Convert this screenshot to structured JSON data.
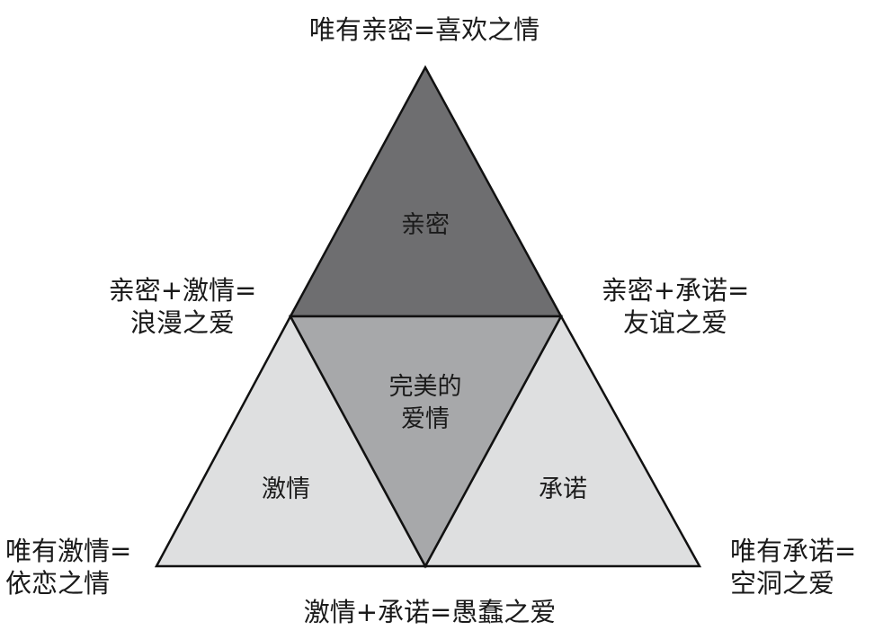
{
  "colors": {
    "top_triangle": "#6e6e70",
    "center_triangle": "#a7a8aa",
    "side_triangles": "#dedfe0",
    "outline": "#111111"
  },
  "regions": {
    "intimacy": "亲密",
    "passion": "激情",
    "commitment": "承诺",
    "consummate_line1": "完美的",
    "consummate_line2": "爱情"
  },
  "outer_labels": {
    "top": "唯有亲密=喜欢之情",
    "upper_left_line1": "亲密+激情=",
    "upper_left_line2": "浪漫之爱",
    "upper_right_line1": "亲密+承诺=",
    "upper_right_line2": "友谊之爱",
    "lower_left_line1": "唯有激情=",
    "lower_left_line2": "依恋之情",
    "lower_right_line1": "唯有承诺=",
    "lower_right_line2": "空洞之爱",
    "bottom": "激情+承诺=愚蠢之爱"
  }
}
